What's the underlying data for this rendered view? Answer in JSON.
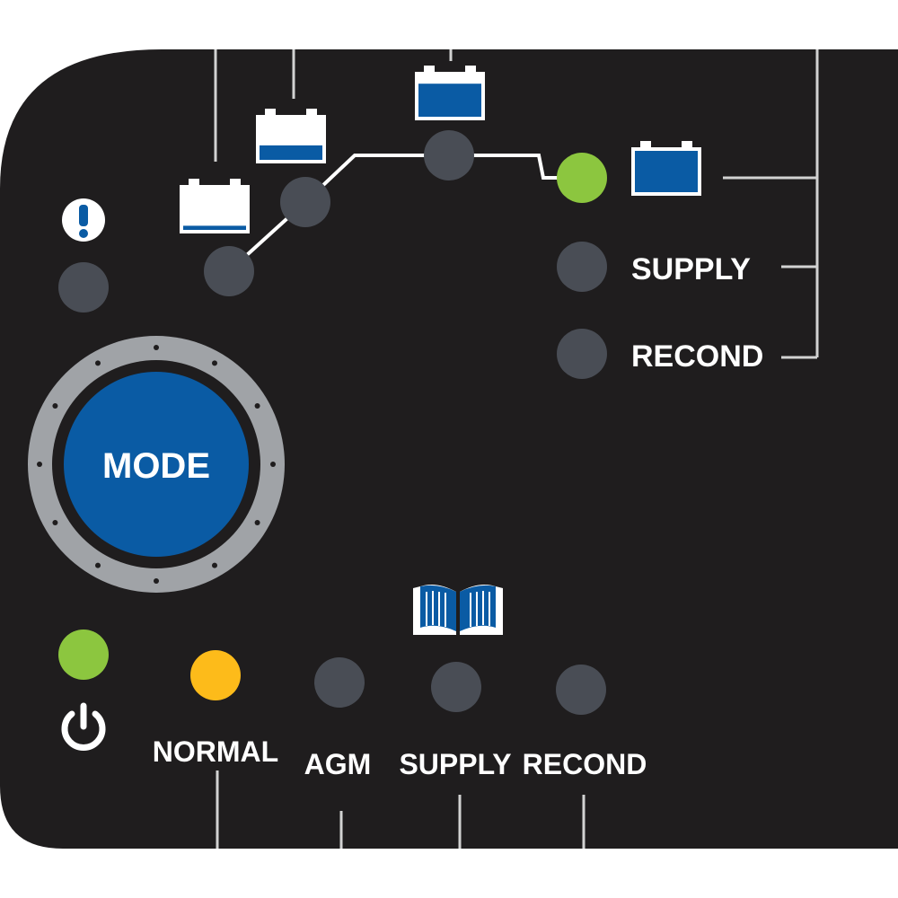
{
  "mode_button": {
    "label": "MODE"
  },
  "charge_stages": {
    "battery_levels": [
      0.1,
      0.35,
      0.8,
      1.0
    ],
    "led_states": [
      "off",
      "off",
      "off",
      "on"
    ]
  },
  "status_leds": {
    "error": "off",
    "supply": "off",
    "recond": "off",
    "power": "on"
  },
  "side_labels": {
    "supply": "SUPPLY",
    "recond": "RECOND"
  },
  "mode_leds": [
    {
      "label": "NORMAL",
      "state": "on"
    },
    {
      "label": "AGM",
      "state": "off"
    },
    {
      "label": "SUPPLY",
      "state": "off"
    },
    {
      "label": "RECOND",
      "state": "off"
    }
  ],
  "colors": {
    "panel": "#1f1d1e",
    "led_off": "#494d55",
    "led_green": "#8cc63f",
    "led_amber": "#fdbb1a",
    "battery_blue": "#0a5ba4",
    "mode_blue": "#0a5ba4",
    "bezel": "#a0a3a7",
    "line": "#d2d2d2"
  },
  "icons": {
    "error": "exclamation-icon",
    "power": "power-icon",
    "manual": "book-icon",
    "battery": "battery-icon"
  }
}
